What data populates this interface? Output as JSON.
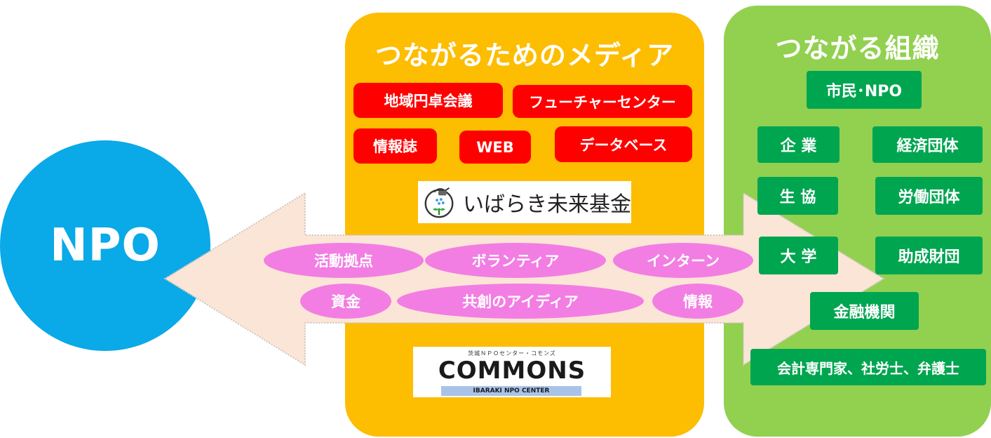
{
  "npo": {
    "label": "NPO"
  },
  "media": {
    "title": "つながるためのメディア",
    "tags": [
      "地域円卓会議",
      "フューチャーセンター",
      "情報誌",
      "WEB",
      "データベース"
    ]
  },
  "fund_logo": {
    "text": "いばらき未来基金"
  },
  "commons_logo": {
    "top_text": "茨城ＮＰＯセンター・コモンズ",
    "word": "COMMONS",
    "bottom_text": "IBARAKI NPO CENTER"
  },
  "organizations": {
    "title": "つながる組織",
    "items": [
      "市民･NPO",
      "企 業",
      "経済団体",
      "生 協",
      "労働団体",
      "大 学",
      "助成財団",
      "金融機関",
      "会計専門家、社労士、弁護士"
    ]
  },
  "exchange": {
    "items": [
      "活動拠点",
      "ボランティア",
      "インターン",
      "資金",
      "共創のアイディア",
      "情報"
    ]
  },
  "colors": {
    "npo": "#0aa9e8",
    "media_panel": "#fdbd00",
    "org_panel": "#92d050",
    "red_tag": "#ff0000",
    "green_tag": "#00a550",
    "pink_tag": "#f27ee3",
    "arrow": "#fbe5d6"
  }
}
